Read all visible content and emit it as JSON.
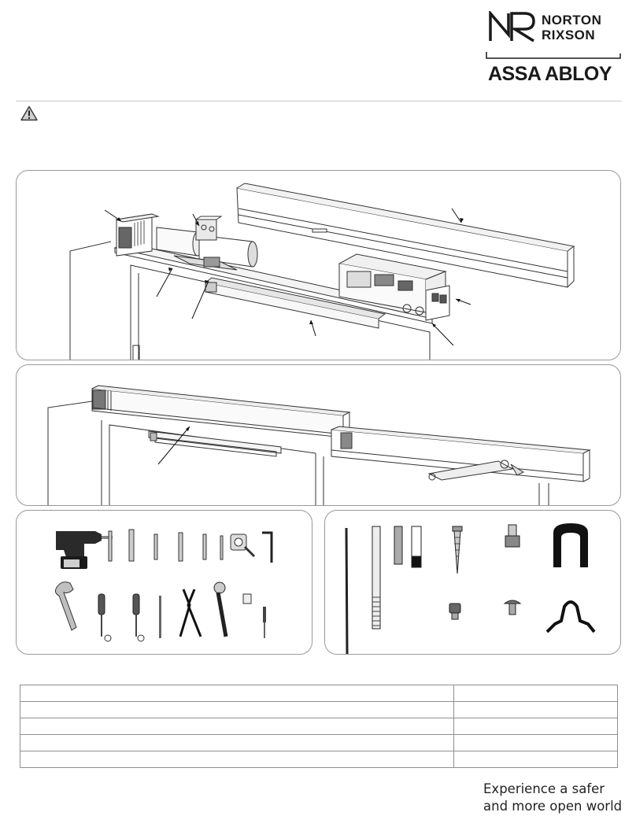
{
  "header": {
    "brand_line1": "NORTON",
    "brand_line2": "RIXSON",
    "parent_brand": "ASSA ABLOY",
    "warning_icon": "warning-triangle-icon"
  },
  "figures": {
    "exploded_view": {
      "components": [
        "end-cap",
        "motor-gearbox",
        "cover",
        "controller",
        "track-arm",
        "mounting-plate"
      ]
    },
    "assembled_view": {
      "components": [
        "header-assembly",
        "arm-assembly"
      ]
    },
    "tools": {
      "icons": [
        "drill-icon",
        "drill-bit-icon",
        "tap-icon",
        "tape-measure-icon",
        "hex-key-icon",
        "adjustable-wrench-icon",
        "phillips-screwdriver-icon",
        "flat-screwdriver-icon",
        "awl-icon",
        "pliers-icon",
        "ratchet-icon",
        "socket-icon",
        "small-screwdriver-icon"
      ]
    },
    "hardware": {
      "icons": [
        "long-rod-icon",
        "threaded-rod-icon",
        "anchor-icon",
        "sleeve-icon",
        "self-tap-screw-icon",
        "hex-bolt-icon",
        "cap-screw-icon",
        "pan-screw-icon",
        "cover-clip-icon",
        "wire-clip-icon"
      ]
    }
  },
  "parts_table": {
    "rows": [
      [
        "",
        ""
      ],
      [
        "",
        ""
      ],
      [
        "",
        ""
      ],
      [
        "",
        ""
      ],
      [
        "",
        ""
      ]
    ]
  },
  "tagline": {
    "line1": "Experience a safer",
    "line2": "and more open world"
  }
}
